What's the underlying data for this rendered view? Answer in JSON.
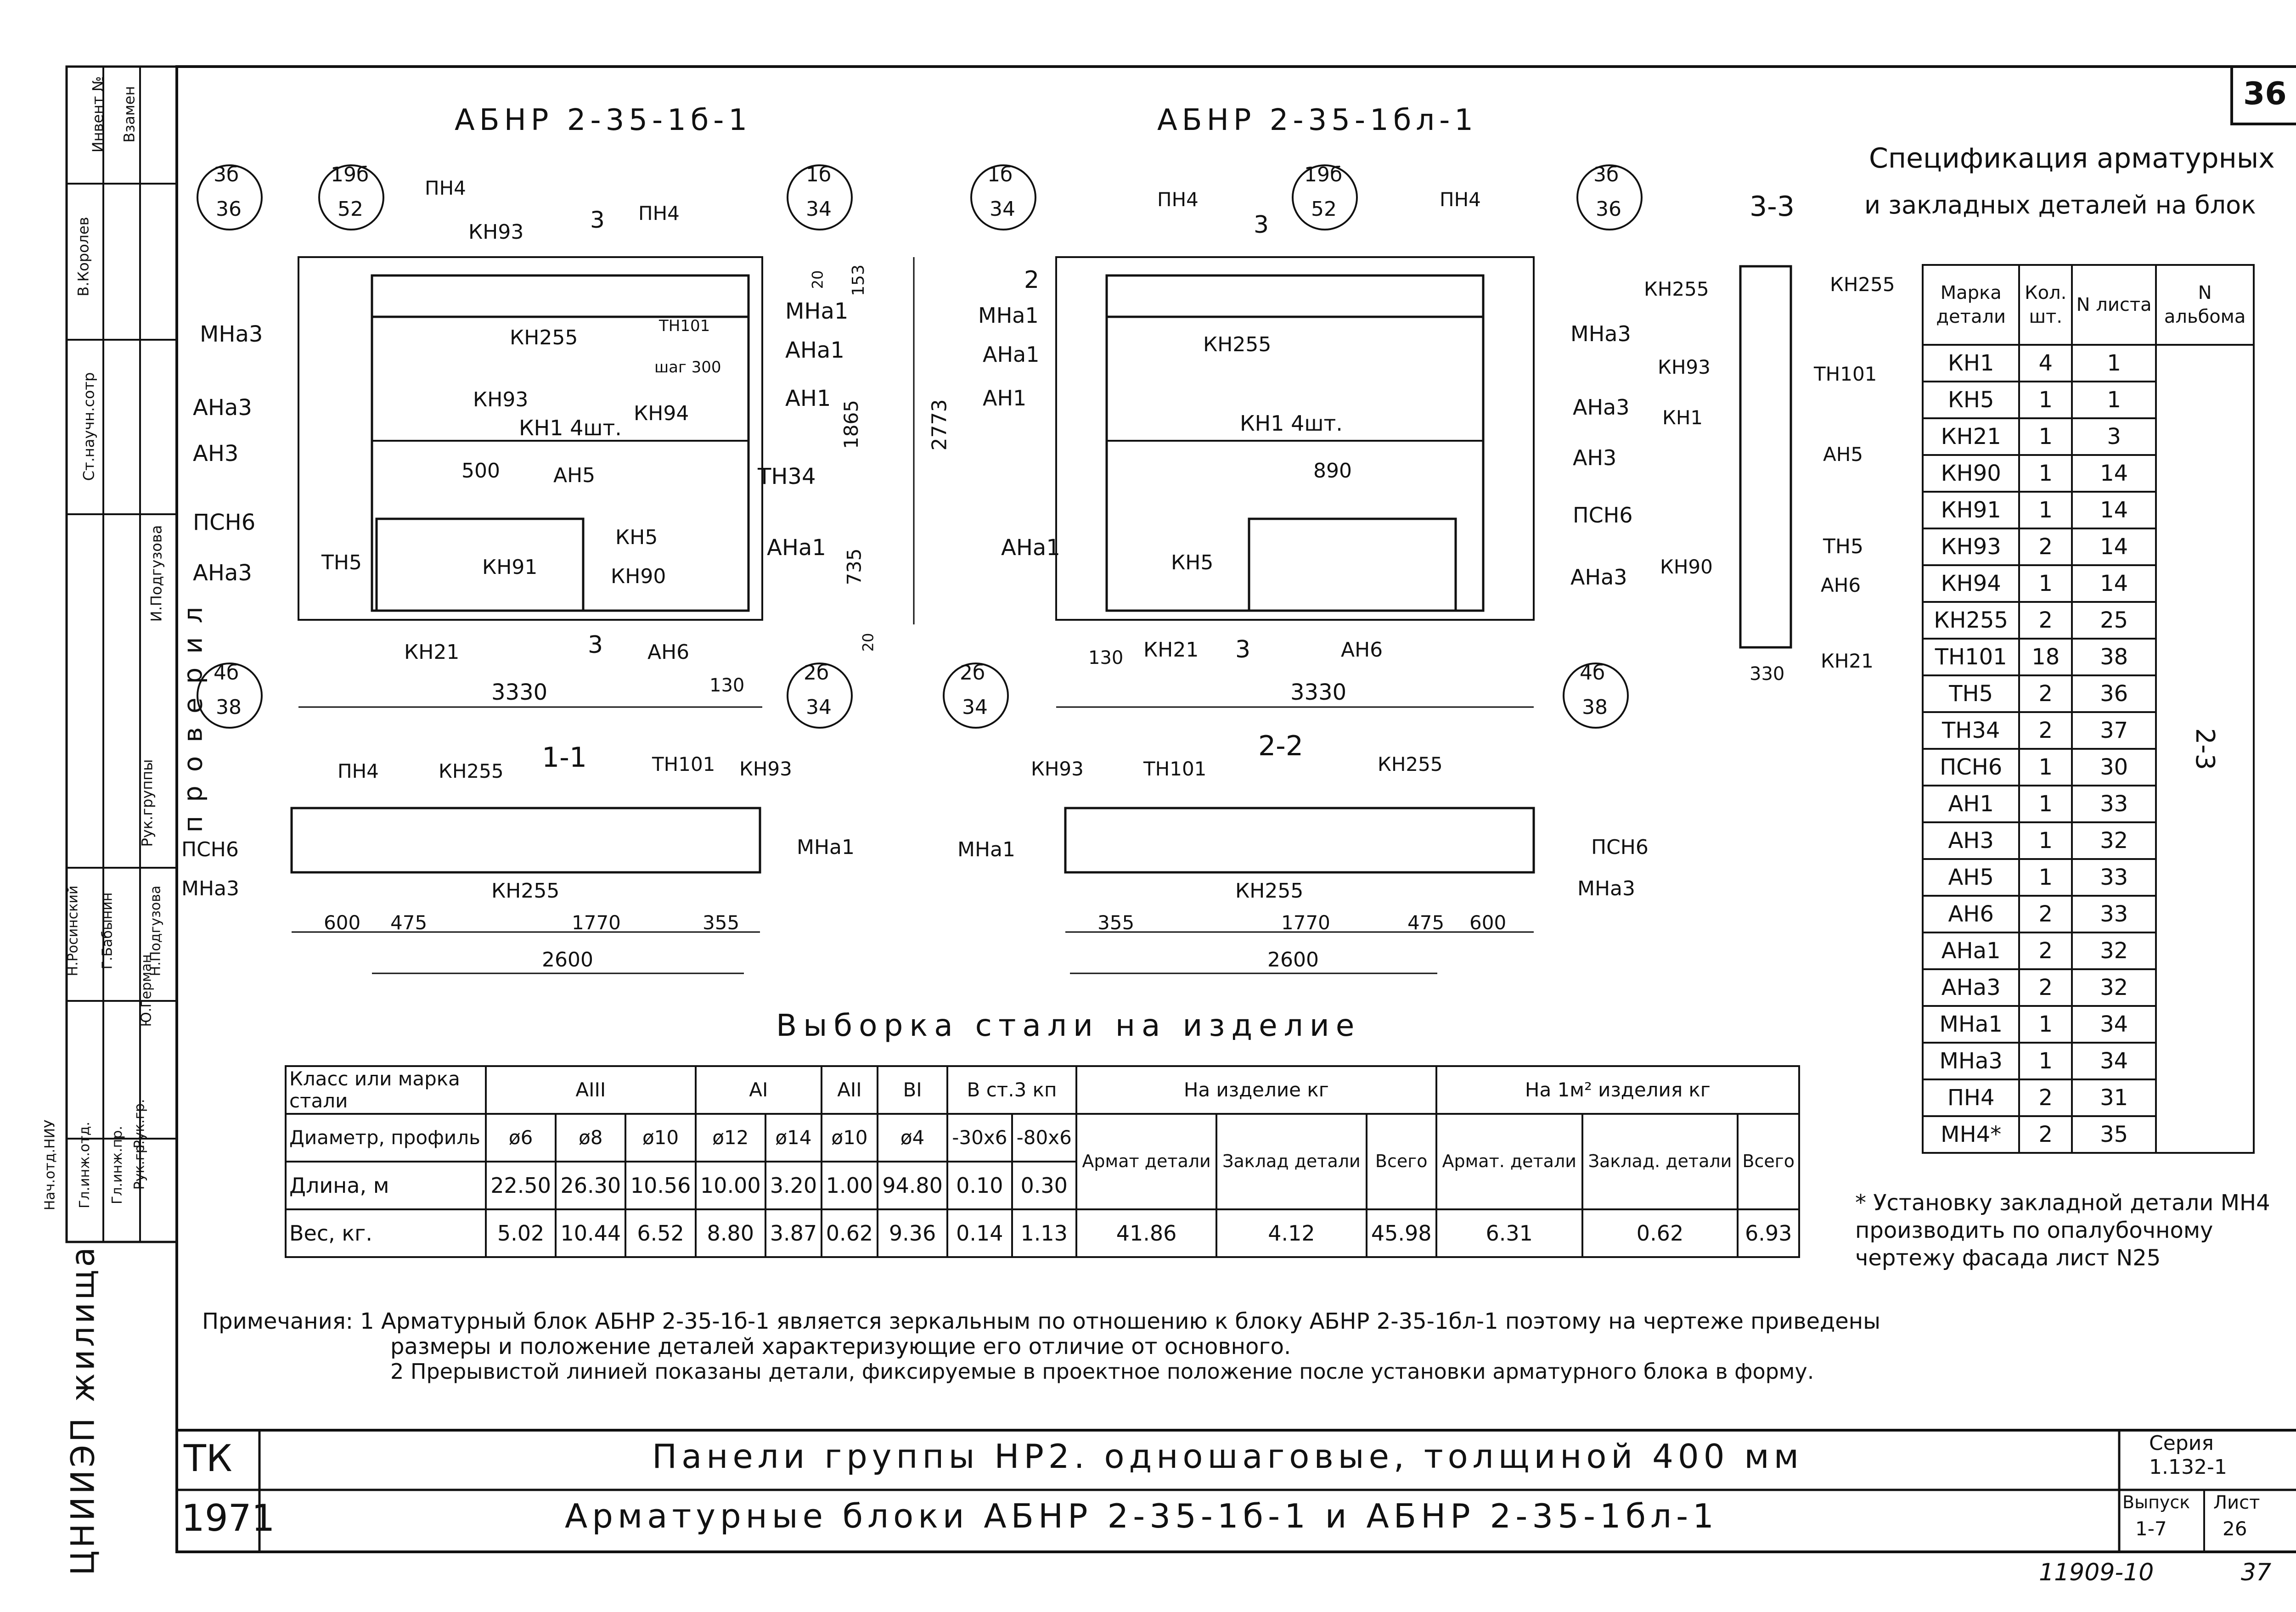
{
  "sheet": {
    "page_number": "36",
    "footer_number": "11909-10",
    "footer_page": "37"
  },
  "drawings": {
    "title_left": "АБНР 2-35-1б-1",
    "title_right": "АБНР 2-35-1бл-1",
    "section_11": "1-1",
    "section_22": "2-2",
    "section_33": "3-3",
    "dims_left": {
      "total": "3330",
      "right": "130",
      "height": "2773",
      "h1": "1865",
      "h2": "735",
      "h3": "153",
      "h4": "20",
      "h5": "20",
      "step": "500"
    },
    "dims_right": {
      "total": "3330",
      "left": "130",
      "step": "890"
    },
    "dims_33": {
      "width": "330"
    },
    "dims_11": [
      "600",
      "475",
      "1770",
      "355"
    ],
    "dims_11_total": "2600",
    "dims_22": [
      "355",
      "1770",
      "475",
      "600"
    ],
    "dims_22_total": "2600",
    "callouts_left": [
      [
        "3б",
        "36"
      ],
      [
        "19б",
        "52"
      ],
      [
        "1б",
        "34"
      ],
      [
        "4б",
        "38"
      ],
      [
        "2б",
        "34"
      ]
    ],
    "callouts_right": [
      [
        "1б",
        "34"
      ],
      [
        "19б",
        "52"
      ],
      [
        "3б",
        "36"
      ],
      [
        "2б",
        "34"
      ],
      [
        "4б",
        "38"
      ]
    ],
    "labels_left": [
      "ПН4",
      "ПН4",
      "КН93",
      "3",
      "МНа3",
      "АНа3",
      "АН3",
      "ПСН6",
      "АНа3",
      "ТН5",
      "КН255",
      "ТН101",
      "шаг 300",
      "КН93",
      "КН94",
      "КН1 4шт.",
      "АН5",
      "КН91",
      "КН5",
      "КН90",
      "МНа1",
      "АНа1",
      "АН1",
      "ТН34",
      "АНа1",
      "КН21",
      "3",
      "АН6"
    ],
    "labels_right": [
      "ПН4",
      "ПН4",
      "3",
      "2",
      "МНа1",
      "АНа1",
      "АН1",
      "АНа1",
      "КН255",
      "КН1 4шт.",
      "КН5",
      "КН21",
      "3",
      "АН6",
      "МНа3",
      "АНа3",
      "АН3",
      "ПСН6",
      "АНа3"
    ],
    "labels_33": [
      "КН255",
      "КН255",
      "КН93",
      "ТН101",
      "КН1",
      "АН5",
      "ТН5",
      "КН90",
      "АН6",
      "КН21"
    ],
    "labels_11": [
      "ПН4",
      "КН255",
      "ТН101",
      "КН93",
      "ПСН6",
      "МНа3",
      "КН255",
      "МНа1"
    ],
    "labels_22": [
      "КН93",
      "ТН101",
      "КН255",
      "МНа1",
      "КН255",
      "ПСН6",
      "МНа3"
    ]
  },
  "spec": {
    "title_1": "Спецификация арматурных",
    "title_2": "и закладных деталей на блок",
    "headers": [
      "Марка детали",
      "Кол. шт.",
      "N листа",
      "N альбома"
    ],
    "album": "2-3",
    "rows": [
      [
        "КН1",
        "4",
        "1"
      ],
      [
        "КН5",
        "1",
        "1"
      ],
      [
        "КН21",
        "1",
        "3"
      ],
      [
        "КН90",
        "1",
        "14"
      ],
      [
        "КН91",
        "1",
        "14"
      ],
      [
        "КН93",
        "2",
        "14"
      ],
      [
        "КН94",
        "1",
        "14"
      ],
      [
        "КН255",
        "2",
        "25"
      ],
      [
        "ТН101",
        "18",
        "38"
      ],
      [
        "ТН5",
        "2",
        "36"
      ],
      [
        "ТН34",
        "2",
        "37"
      ],
      [
        "ПСН6",
        "1",
        "30"
      ],
      [
        "АН1",
        "1",
        "33"
      ],
      [
        "АН3",
        "1",
        "32"
      ],
      [
        "АН5",
        "1",
        "33"
      ],
      [
        "АН6",
        "2",
        "33"
      ],
      [
        "АНа1",
        "2",
        "32"
      ],
      [
        "АНа3",
        "2",
        "32"
      ],
      [
        "МНа1",
        "1",
        "34"
      ],
      [
        "МНа3",
        "1",
        "34"
      ],
      [
        "ПН4",
        "2",
        "31"
      ],
      [
        "МН4*",
        "2",
        "35"
      ]
    ],
    "footnote": "* Установку закладной детали МН4 производить по опалубочному чертежу фасада лист N25"
  },
  "steel": {
    "title": "Выборка стали на изделие",
    "class_label": "Класс или марка стали",
    "diam_label": "Диаметр, профиль",
    "len_label": "Длина, м",
    "weight_label": "Вес, кг.",
    "groups": [
      "АIII",
      "АI",
      "АII",
      "ВI",
      "В ст.3 кп",
      "На изделие кг",
      "На 1м² изделия кг"
    ],
    "diameters": [
      "ø6",
      "ø8",
      "ø10",
      "ø12",
      "ø14",
      "ø10",
      "ø4",
      "-30x6",
      "-80x6"
    ],
    "sub_headers": [
      "Армат детали",
      "Заклад детали",
      "Всего",
      "Армат. детали",
      "Заклад. детали",
      "Всего"
    ],
    "lengths": [
      "22.50",
      "26.30",
      "10.56",
      "10.00",
      "3.20",
      "1.00",
      "94.80",
      "0.10",
      "0.30"
    ],
    "weights": [
      "5.02",
      "10.44",
      "6.52",
      "8.80",
      "3.87",
      "0.62",
      "9.36",
      "0.14",
      "1.13",
      "41.86",
      "4.12",
      "45.98",
      "6.31",
      "0.62",
      "6.93"
    ]
  },
  "notes": {
    "n1a": "Примечания: 1 Арматурный блок АБНР 2-35-1б-1 является зеркальным по отношению к блоку АБНР 2-35-1бл-1 поэтому на чертеже приведены",
    "n1b": "размеры и положение деталей характеризующие его отличие от основного.",
    "n2": "2 Прерывистой линией показаны детали, фиксируемые в проектное положение после установки арматурного блока в форму."
  },
  "title_block": {
    "tk": "ТК",
    "year": "1971",
    "line1": "Панели группы НР2. одношаговые, толщиной 400 мм",
    "line2": "Арматурные блоки АБНР 2-35-1б-1 и АБНР 2-35-1бл-1",
    "series_label": "Серия",
    "series": "1.132-1",
    "issue_label": "Выпуск",
    "issue": "1-7",
    "sheet_label": "Лист",
    "sheet": "26",
    "org": "ЦНИИЭП жилища"
  },
  "side_stamp": {
    "cells": [
      "Инвент №",
      "Взамен",
      "В.Королев",
      "Ст.научн.сотр",
      "проверил",
      "И.Подгузова",
      "Рук.группы",
      "Н.Росинский",
      "Г.Бабынин",
      "Н.Подгузова",
      "Ю.Герман",
      "Рук.гр.",
      "Рук.гр.",
      "Гл.инж.отд.",
      "Нач.отд.НИУ",
      "Гл.инж.пр."
    ]
  }
}
